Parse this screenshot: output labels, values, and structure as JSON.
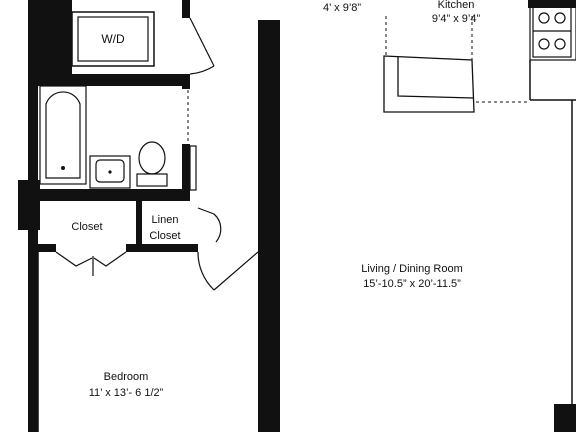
{
  "rooms": {
    "washer_dryer": "W/D",
    "entry_size": "4’ x 9’8”",
    "kitchen": {
      "name": "Kitchen",
      "size": "9’4” x 9’4”"
    },
    "closet": "Closet",
    "linen_closet": {
      "line1": "Linen",
      "line2": "Closet"
    },
    "living": {
      "name": "Living / Dining Room",
      "size": "15’-10.5” x 20’-11.5”"
    },
    "bedroom": {
      "name": "Bedroom",
      "size": "11’ x 13’- 6 1/2”"
    }
  },
  "colors": {
    "wall": "#111111",
    "background": "#ffffff"
  }
}
